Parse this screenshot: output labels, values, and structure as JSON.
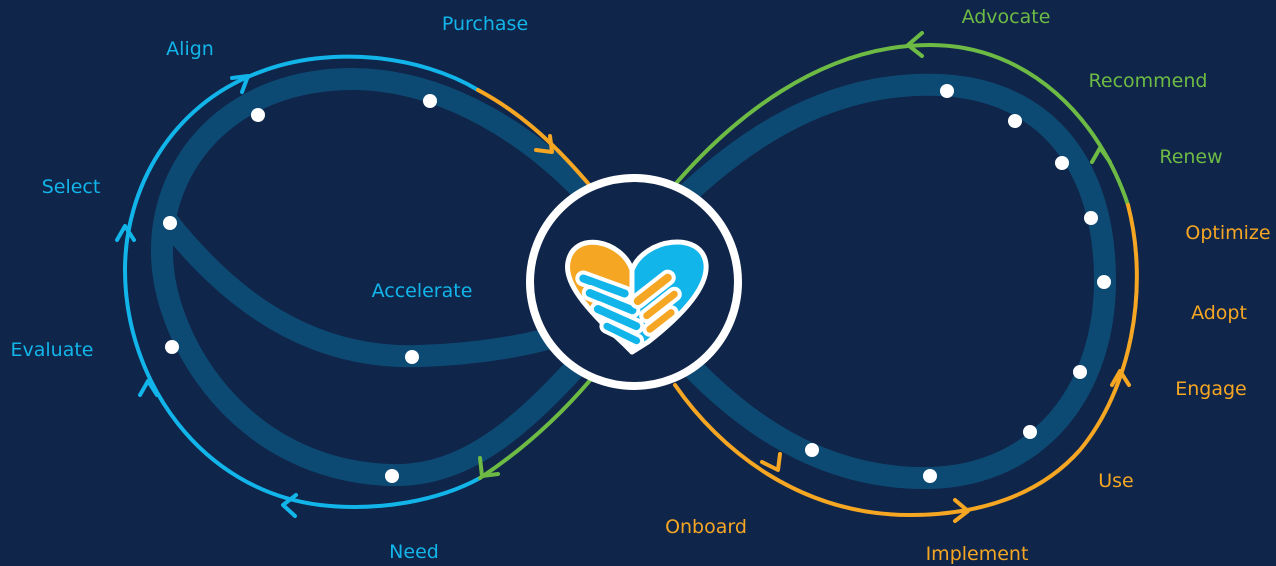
{
  "colors": {
    "background": "#0f2549",
    "loop_track": "#0d4a73",
    "blue": "#12b5ea",
    "orange": "#f5a623",
    "green": "#6dbb45",
    "dot": "#ffffff",
    "hub_fill": "#0f2549",
    "hub_ring": "#ffffff"
  },
  "center_icon": "handshake-heart-icon",
  "stages": {
    "purchase": "Purchase",
    "align": "Align",
    "select": "Select",
    "evaluate": "Evaluate",
    "need": "Need",
    "accelerate": "Accelerate",
    "onboard": "Onboard",
    "implement": "Implement",
    "use": "Use",
    "engage": "Engage",
    "adopt": "Adopt",
    "optimize": "Optimize",
    "renew": "Renew",
    "recommend": "Recommend",
    "advocate": "Advocate"
  }
}
